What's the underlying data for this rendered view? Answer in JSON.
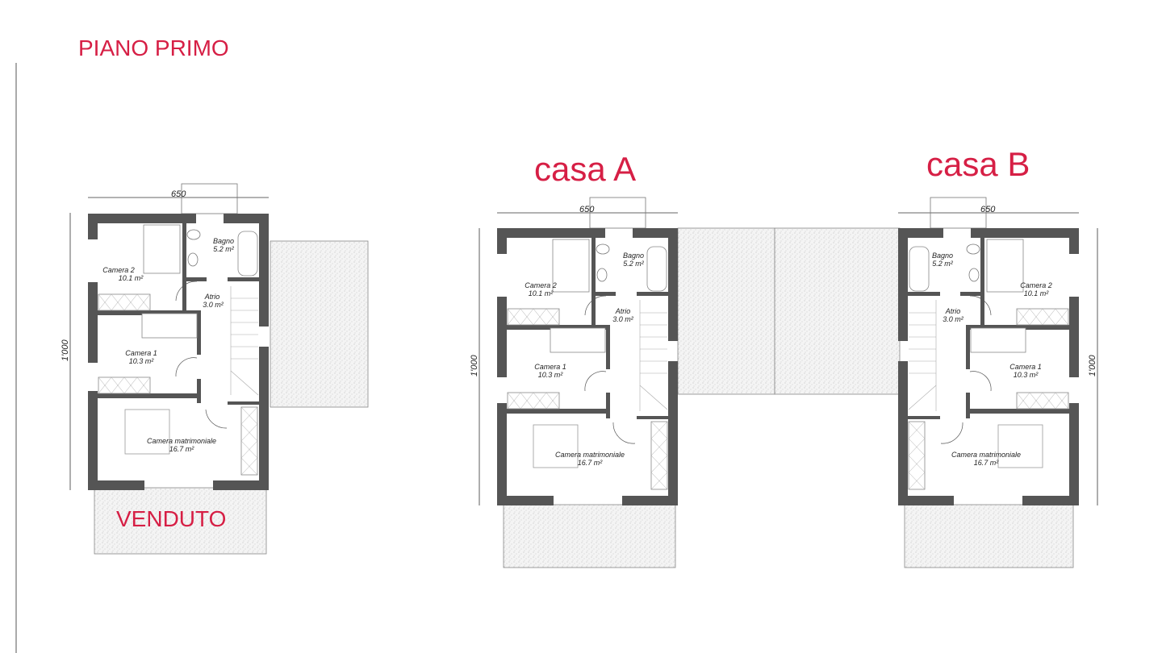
{
  "page": {
    "title": "PIANO PRIMO",
    "sold_label": "VENDUTO",
    "accent_color": "#d61f45",
    "wall_color": "#555555"
  },
  "plans": [
    {
      "id": "sold-house",
      "label": "",
      "width_dim": "650",
      "depth_dim": "1'000",
      "mirrored": false,
      "rooms": [
        {
          "name": "Camera 2",
          "area": "10.1 m²"
        },
        {
          "name": "Bagno",
          "area": "5.2 m²"
        },
        {
          "name": "Atrio",
          "area": "3.0 m²"
        },
        {
          "name": "Camera 1",
          "area": "10.3 m²"
        },
        {
          "name": "Camera matrimoniale",
          "area": "16.7 m²"
        }
      ]
    },
    {
      "id": "casa-a",
      "label": "casa A",
      "width_dim": "650",
      "depth_dim": "1'000",
      "mirrored": false,
      "rooms": [
        {
          "name": "Camera 2",
          "area": "10.1 m²"
        },
        {
          "name": "Bagno",
          "area": "5.2 m²"
        },
        {
          "name": "Atrio",
          "area": "3.0 m²"
        },
        {
          "name": "Camera 1",
          "area": "10.3 m²"
        },
        {
          "name": "Camera matrimoniale",
          "area": "16.7 m²"
        }
      ]
    },
    {
      "id": "casa-b",
      "label": "casa B",
      "width_dim": "650",
      "depth_dim": "1'000",
      "mirrored": true,
      "rooms": [
        {
          "name": "Bagno",
          "area": "5.2 m²"
        },
        {
          "name": "Camera 2",
          "area": "10.1 m²"
        },
        {
          "name": "Atrio",
          "area": "3.0 m²"
        },
        {
          "name": "Camera 1",
          "area": "10.3 m²"
        },
        {
          "name": "Camera matrimoniale",
          "area": "16.7 m²"
        }
      ]
    }
  ]
}
